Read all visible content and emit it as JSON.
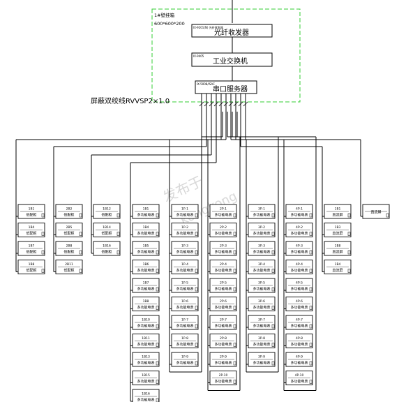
{
  "cabinet": {
    "title": "1#壁挂箱",
    "size": "600*600*200",
    "border_color": "#33cc33"
  },
  "devices": {
    "transceiver": {
      "model": "IX-9201(N) 光纤收发器",
      "label": "光纤收发器"
    },
    "switch": {
      "model": "IX-9405",
      "label": "工业交换机"
    },
    "serial_server": {
      "model": "IX-5008/ISAC",
      "label": "串口服务器"
    }
  },
  "cable_label": "屏蔽双绞线RVVSP2×1.0",
  "watermark": {
    "cn": "发布于",
    "en": "kongkong"
  },
  "columns": [
    {
      "trunk": "single",
      "items": [
        {
          "id": "1B1",
          "name": "低配柜"
        },
        {
          "id": "1B4",
          "name": "低配柜"
        },
        {
          "id": "1B7",
          "name": "低配柜"
        },
        {
          "id": "1B8",
          "name": "低配柜"
        }
      ]
    },
    {
      "trunk": "single",
      "items": [
        {
          "id": "2B2",
          "name": "低配柜"
        },
        {
          "id": "2B5",
          "name": "低配柜"
        },
        {
          "id": "2B8",
          "name": "低配柜"
        },
        {
          "id": "2B11",
          "name": "低配柜"
        }
      ]
    },
    {
      "trunk": "single",
      "items": [
        {
          "id": "1B12",
          "name": "低配柜"
        },
        {
          "id": "1B14",
          "name": "低配柜"
        },
        {
          "id": "1B16",
          "name": "低配柜"
        }
      ]
    },
    {
      "trunk": "single",
      "items": [
        {
          "id": "1B1",
          "name": "多功能电表"
        },
        {
          "id": "1B4",
          "name": "多功能电表"
        },
        {
          "id": "1B5",
          "name": "多功能电表"
        },
        {
          "id": "1B6",
          "name": "多功能电表"
        },
        {
          "id": "1B7",
          "name": "多功能电表"
        },
        {
          "id": "1B8",
          "name": "多功能电表"
        },
        {
          "id": "1B10",
          "name": "多功能电表"
        },
        {
          "id": "1B11",
          "name": "多功能电表"
        },
        {
          "id": "1B13",
          "name": "多功能电表"
        },
        {
          "id": "1B15",
          "name": "多功能电表"
        },
        {
          "id": "1B16",
          "name": "多功能电表"
        }
      ]
    },
    {
      "trunk": "loop",
      "items": [
        {
          "id": "1P-1",
          "name": "多功能电表"
        },
        {
          "id": "1P-2",
          "name": "多功能电表"
        },
        {
          "id": "1P-3",
          "name": "多功能电表"
        },
        {
          "id": "1P-4",
          "name": "多功能电表"
        },
        {
          "id": "1P-5",
          "name": "多功能电表"
        },
        {
          "id": "1P-6",
          "name": "多功能电表"
        },
        {
          "id": "1P-7",
          "name": "多功能电表"
        },
        {
          "id": "1P-8",
          "name": "多功能电表"
        },
        {
          "id": "1P-9",
          "name": "多功能电表"
        }
      ]
    },
    {
      "trunk": "loop",
      "items": [
        {
          "id": "2P-1",
          "name": "多功能电表"
        },
        {
          "id": "2P-2",
          "name": "多功能电表"
        },
        {
          "id": "2P-3",
          "name": "多功能电表"
        },
        {
          "id": "2P-4",
          "name": "多功能电表"
        },
        {
          "id": "2P-5",
          "name": "多功能电表"
        },
        {
          "id": "2P-6",
          "name": "多功能电表"
        },
        {
          "id": "2P-7",
          "name": "多功能电表"
        },
        {
          "id": "2P-8",
          "name": "多功能电表"
        },
        {
          "id": "2P-9",
          "name": "多功能电表"
        },
        {
          "id": "2P-10",
          "name": "多功能电表"
        }
      ]
    },
    {
      "trunk": "loop",
      "items": [
        {
          "id": "3P-1",
          "name": "多功能电表"
        },
        {
          "id": "3P-2",
          "name": "多功能电表"
        },
        {
          "id": "3P-3",
          "name": "多功能电表"
        },
        {
          "id": "3P-4",
          "name": "多功能电表"
        },
        {
          "id": "3P-5",
          "name": "多功能电表"
        },
        {
          "id": "3P-6",
          "name": "多功能电表"
        },
        {
          "id": "3P-7",
          "name": "多功能电表"
        },
        {
          "id": "3P-8",
          "name": "多功能电表"
        },
        {
          "id": "3P-9",
          "name": "多功能电表"
        }
      ]
    },
    {
      "trunk": "loop",
      "items": [
        {
          "id": "4P-1",
          "name": "多功能电表"
        },
        {
          "id": "4P-2",
          "name": "多功能电表"
        },
        {
          "id": "4P-3",
          "name": "多功能电表"
        },
        {
          "id": "4P-4",
          "name": "多功能电表"
        },
        {
          "id": "4P-5",
          "name": "多功能电表"
        },
        {
          "id": "4P-6",
          "name": "多功能电表"
        },
        {
          "id": "4P-7",
          "name": "多功能电表"
        },
        {
          "id": "4P-8",
          "name": "多功能电表"
        },
        {
          "id": "4P-9",
          "name": "多功能电表"
        },
        {
          "id": "4P-10",
          "name": "多功能电表"
        }
      ]
    },
    {
      "trunk": "single",
      "items": [
        {
          "id": "1B1",
          "name": "直流屏"
        },
        {
          "id": "1B3",
          "name": "直流屏"
        },
        {
          "id": "1B8",
          "name": "直流屏"
        },
        {
          "id": "1B4",
          "name": "直流屏"
        }
      ]
    },
    {
      "trunk": "single",
      "items": [
        {
          "id": "",
          "name": "直流屏"
        }
      ]
    }
  ]
}
